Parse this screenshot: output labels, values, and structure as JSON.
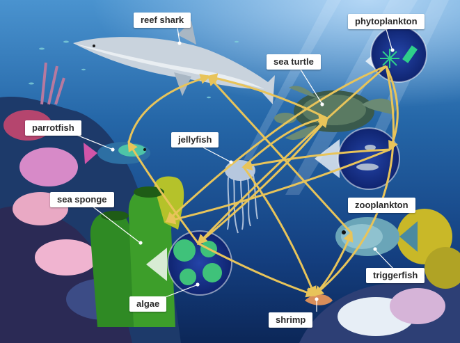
{
  "diagram": {
    "organisms": [
      {
        "id": "reef-shark",
        "label": "reef shark"
      },
      {
        "id": "phytoplankton",
        "label": "phytoplankton"
      },
      {
        "id": "sea-turtle",
        "label": "sea turtle"
      },
      {
        "id": "parrotfish",
        "label": "parrotfish"
      },
      {
        "id": "jellyfish",
        "label": "jellyfish"
      },
      {
        "id": "sea-sponge",
        "label": "sea sponge"
      },
      {
        "id": "zooplankton",
        "label": "zooplankton"
      },
      {
        "id": "triggerfish",
        "label": "triggerfish"
      },
      {
        "id": "algae",
        "label": "algae"
      },
      {
        "id": "shrimp",
        "label": "shrimp"
      }
    ],
    "links": [
      {
        "from": "algae",
        "to": "parrotfish"
      },
      {
        "from": "algae",
        "to": "sea-turtle"
      },
      {
        "from": "algae",
        "to": "shrimp"
      },
      {
        "from": "parrotfish",
        "to": "reef-shark"
      },
      {
        "from": "phytoplankton",
        "to": "zooplankton"
      },
      {
        "from": "phytoplankton",
        "to": "shrimp"
      },
      {
        "from": "phytoplankton",
        "to": "sea-sponge"
      },
      {
        "from": "phytoplankton",
        "to": "algae"
      },
      {
        "from": "zooplankton",
        "to": "jellyfish"
      },
      {
        "from": "zooplankton",
        "to": "sea-sponge"
      },
      {
        "from": "jellyfish",
        "to": "sea-turtle"
      },
      {
        "from": "jellyfish",
        "to": "shrimp"
      },
      {
        "from": "shrimp",
        "to": "triggerfish"
      },
      {
        "from": "triggerfish",
        "to": "reef-shark"
      },
      {
        "from": "sea-turtle",
        "to": "reef-shark"
      }
    ],
    "colors": {
      "water_top": "#3d86c4",
      "water_mid": "#1f5f9e",
      "water_deep": "#0e2f66",
      "arrow": "#e8c45a",
      "label_bg": "#ffffff",
      "bubble": "#15328a"
    }
  }
}
